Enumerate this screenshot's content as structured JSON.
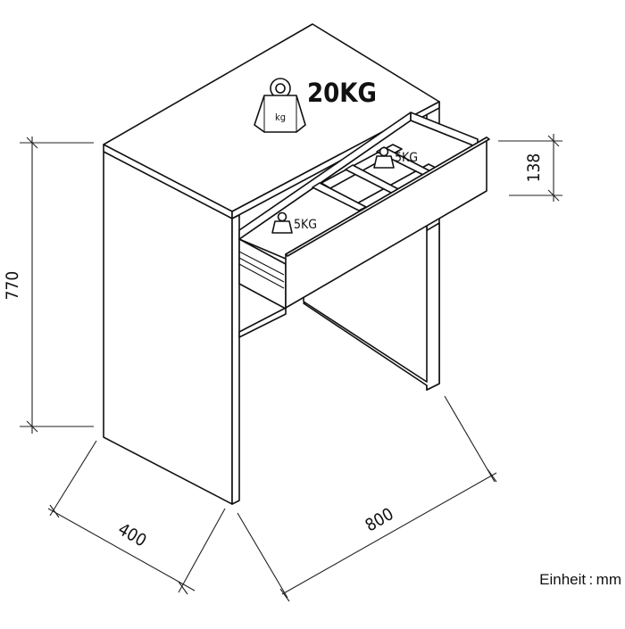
{
  "weights": {
    "top": {
      "value": "20KG",
      "icon_label": "kg"
    },
    "drawer_left": {
      "value": "5KG"
    },
    "drawer_right": {
      "value": "5KG"
    }
  },
  "dimensions": {
    "height": "770",
    "drawer_height": "138",
    "depth": "400",
    "width": "800"
  },
  "unit_label": "Einheit : mm",
  "icons": {
    "weight": "weight-icon"
  }
}
